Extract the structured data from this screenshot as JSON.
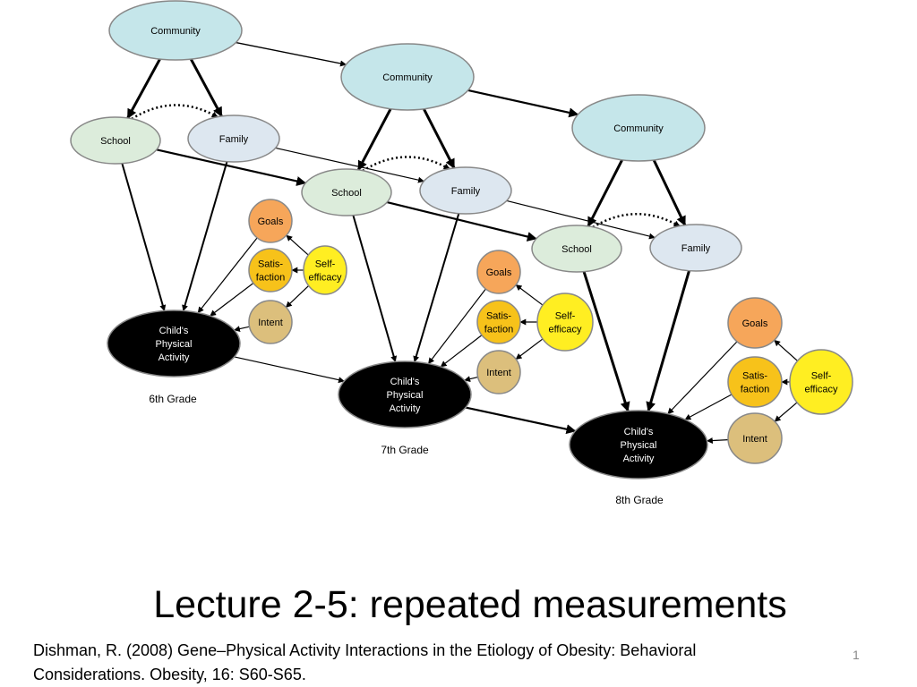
{
  "slide": {
    "title": "Lecture 2-5: repeated measurements",
    "citation_line1": "Dishman, R. (2008) Gene–Physical Activity Interactions in the Etiology of Obesity: Behavioral",
    "citation_line2": "Considerations. Obesity, 16: S60-S65.",
    "page_number": "1"
  },
  "diagram": {
    "colors": {
      "community": "#c5e6ea",
      "school": "#dcecdb",
      "family": "#dde7f0",
      "goals": "#f6a65a",
      "satisfaction": "#f7c21a",
      "intent": "#dcbf7c",
      "self_efficacy": "#ffee22",
      "activity": "#000000"
    },
    "waves": [
      {
        "community": "Community",
        "school": "School",
        "family": "Family",
        "activity_line1": "Child's",
        "activity_line2": "Physical",
        "activity_line3": "Activity",
        "goals": "Goals",
        "satis_line1": "Satis-",
        "satis_line2": "faction",
        "intent": "Intent",
        "self_eff_line1": "Self-",
        "self_eff_line2": "efficacy",
        "grade": "6th Grade"
      },
      {
        "community": "Community",
        "school": "School",
        "family": "Family",
        "activity_line1": "Child's",
        "activity_line2": "Physical",
        "activity_line3": "Activity",
        "goals": "Goals",
        "satis_line1": "Satis-",
        "satis_line2": "faction",
        "intent": "Intent",
        "self_eff_line1": "Self-",
        "self_eff_line2": "efficacy",
        "grade": "7th Grade"
      },
      {
        "community": "Community",
        "school": "School",
        "family": "Family",
        "activity_line1": "Child's",
        "activity_line2": "Physical",
        "activity_line3": "Activity",
        "goals": "Goals",
        "satis_line1": "Satis-",
        "satis_line2": "faction",
        "intent": "Intent",
        "self_eff_line1": "Self-",
        "self_eff_line2": "efficacy",
        "grade": "8th Grade"
      }
    ]
  }
}
